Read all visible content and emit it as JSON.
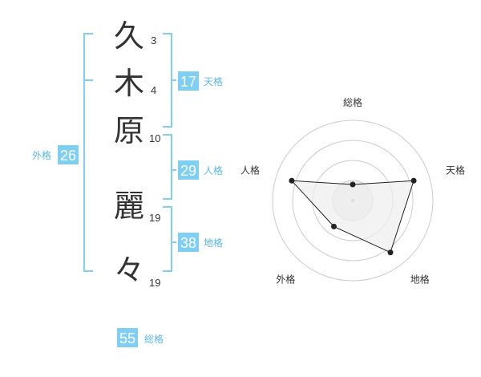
{
  "colors": {
    "accent": "#7fcef4",
    "accent_text": "#5bb8e8",
    "text": "#333333",
    "grid": "#cccccc",
    "fill": "#eeeeee",
    "line": "#222222"
  },
  "name": {
    "characters": [
      {
        "char": "久",
        "strokes": "3"
      },
      {
        "char": "木",
        "strokes": "4"
      },
      {
        "char": "原",
        "strokes": "10"
      },
      {
        "char": "麗",
        "strokes": "19"
      },
      {
        "char": "々",
        "strokes": "19"
      }
    ]
  },
  "fortune": {
    "tenkaku": {
      "value": "17",
      "label": "天格"
    },
    "jinkaku": {
      "value": "29",
      "label": "人格"
    },
    "chikaku": {
      "value": "38",
      "label": "地格"
    },
    "gaikaku": {
      "value": "26",
      "label": "外格"
    },
    "soukaku": {
      "value": "55",
      "label": "総格"
    }
  },
  "chart_data": {
    "type": "radar",
    "axes": [
      "総格",
      "天格",
      "地格",
      "外格",
      "人格"
    ],
    "values": [
      1,
      4,
      4,
      2,
      4
    ],
    "max": 5,
    "rings": 4
  }
}
